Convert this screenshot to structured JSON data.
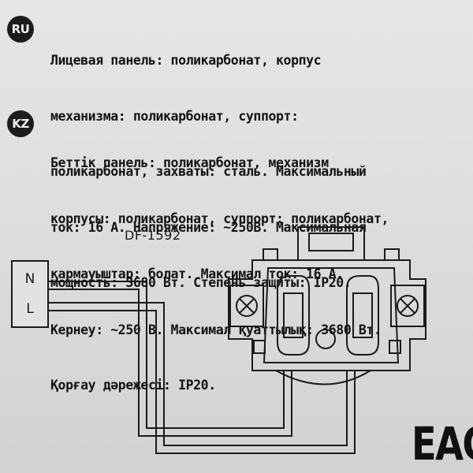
{
  "sections": {
    "ru": {
      "badge": "RU",
      "lines": [
        "Лицевая панель: поликарбонат, корпус",
        "механизма: поликарбонат, суппорт:",
        "поликарбонат, захваты: сталь. Максимальный",
        "ток: 16 А. Напряжение: ~250В. Максимальная",
        "мощность: 3680 Вт. Степень защиты: IP20."
      ]
    },
    "kz": {
      "badge": "KZ",
      "lines": [
        "Беттік панель: поликарбонат, механизм",
        "корпусы: поликарбонат, суппорт: поликарбонат,",
        "қармауыштар: болат. Максимал ток: 16 А.",
        "Кернеу: ~250 В. Максимал қуаттылық: 3680 Вт.",
        "Қорғау дәрежесі: IP20."
      ]
    }
  },
  "diagram": {
    "model": "DF-1592",
    "terminals": {
      "n": "N",
      "l": "L"
    }
  },
  "certification": {
    "mark": "EAC"
  }
}
